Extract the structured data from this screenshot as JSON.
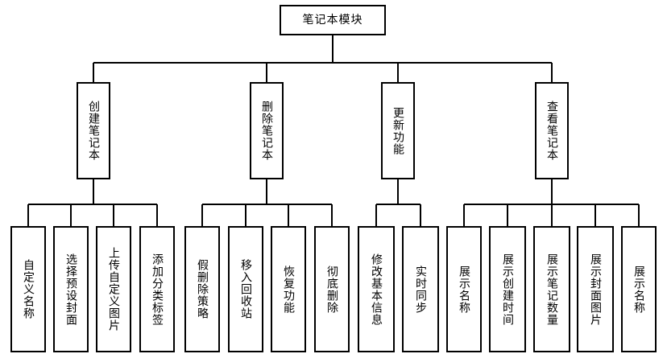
{
  "root": {
    "label": "笔记本模块"
  },
  "branches": [
    {
      "label": "创建笔记本",
      "children": [
        "自定义名称",
        "选择预设封面",
        "上传自定义图片",
        "添加分类标签"
      ]
    },
    {
      "label": "删除笔记本",
      "children": [
        "假删除策略",
        "移入回收站",
        "恢复功能",
        "彻底删除"
      ]
    },
    {
      "label": "更新功能",
      "children": [
        "修改基本信息",
        "实时同步"
      ]
    },
    {
      "label": "查看笔记本",
      "children": [
        "展示名称",
        "展示创建时间",
        "展示笔记数量",
        "展示封面图片",
        "展示名称"
      ]
    }
  ]
}
